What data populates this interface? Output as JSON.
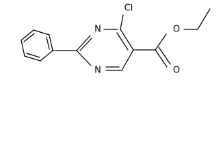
{
  "molecule": {
    "atoms": {
      "n_top": "N",
      "n_bottom": "N",
      "chlorine": "Cl",
      "ester_oxygen": "O",
      "carbonyl_oxygen": "O"
    }
  },
  "colors": {
    "bond": "#000000",
    "label": "#000000",
    "background": "#ffffff"
  }
}
